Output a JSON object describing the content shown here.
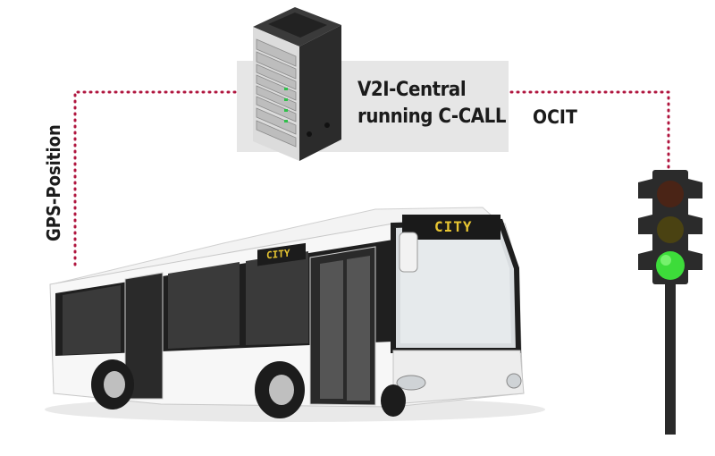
{
  "diagram": {
    "central": {
      "line1": "V2I-Central",
      "line2": "running C-CALL"
    },
    "link_gps": "GPS-Position",
    "link_ocit": "OCIT",
    "bus_destination": "CITY",
    "bus_side_sign": "CITY"
  },
  "colors": {
    "connector": "#b0163f",
    "box": "#e6e6e6",
    "signal_green": "#3ddc3a"
  },
  "nodes": [
    {
      "id": "server",
      "icon": "server-rack-icon"
    },
    {
      "id": "bus",
      "icon": "city-bus-icon"
    },
    {
      "id": "traffic-light",
      "icon": "traffic-light-icon",
      "active_lamp": "green"
    }
  ]
}
